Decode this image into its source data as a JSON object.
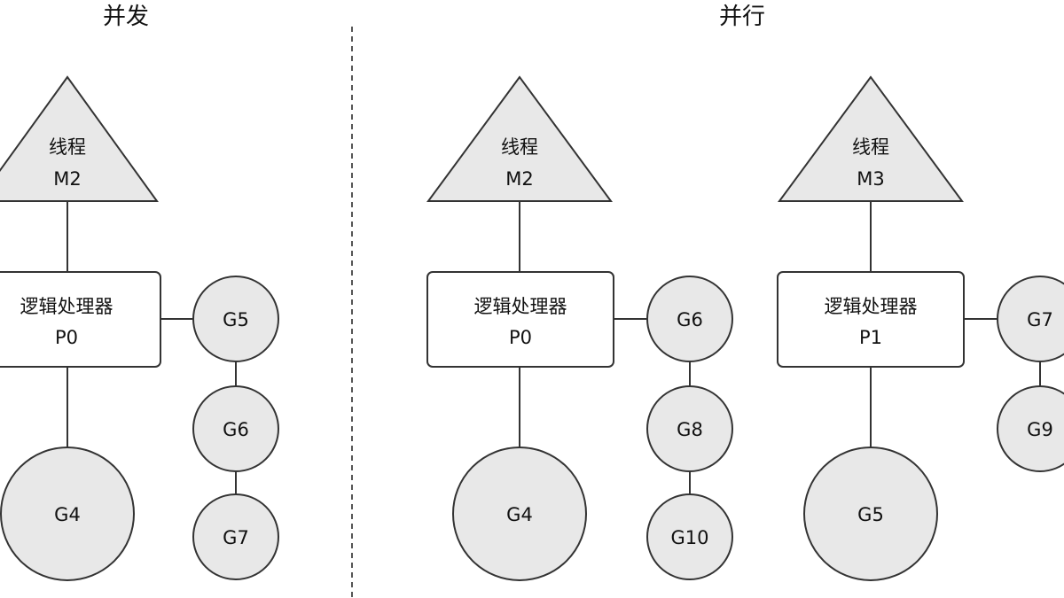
{
  "sections": {
    "concurrency": {
      "title": "并发"
    },
    "parallelism": {
      "title": "并行"
    }
  },
  "thread_label": "线程",
  "processor_label": "逻辑处理器",
  "concurrency": {
    "thread_id": "M2",
    "processor_id": "P0",
    "running": "G4",
    "queue": [
      "G5",
      "G6",
      "G7"
    ]
  },
  "parallel_a": {
    "thread_id": "M2",
    "processor_id": "P0",
    "running": "G4",
    "queue": [
      "G6",
      "G8",
      "G10"
    ]
  },
  "parallel_b": {
    "thread_id": "M3",
    "processor_id": "P1",
    "running": "G5",
    "queue": [
      "G7",
      "G9"
    ]
  },
  "colors": {
    "fill": "#e8e8e8",
    "stroke": "#333333"
  }
}
